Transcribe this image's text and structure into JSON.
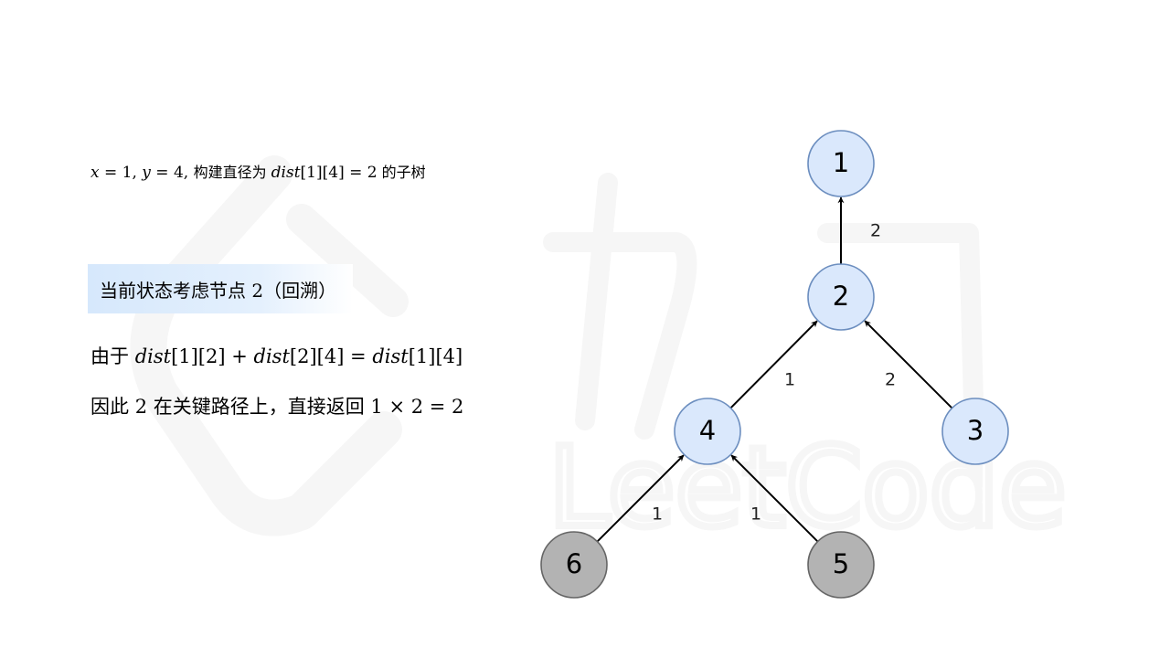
{
  "caption": {
    "x_var": "x",
    "eq1": " = 1, ",
    "y_var": "y",
    "eq2": " = 4, ",
    "text1": "构建直径为 ",
    "dist": "dist",
    "idx": "[1][4] = 2",
    "text2": " 的子树"
  },
  "state": {
    "text_a": "当前状态考虑节点 ",
    "num": "2",
    "text_b": "（回溯）"
  },
  "reason": {
    "text": "由于 ",
    "d1": "dist",
    "i1": "[1][2] + ",
    "d2": "dist",
    "i2": "[2][4] = ",
    "d3": "dist",
    "i3": "[1][4]"
  },
  "result": {
    "text_a": "因此 ",
    "num": "2",
    "text_b": " 在关键路径上，直接返回 ",
    "expr": "1 × 2 = 2"
  },
  "graph": {
    "nodes": [
      {
        "id": "1",
        "label": "1",
        "state": "active"
      },
      {
        "id": "2",
        "label": "2",
        "state": "active"
      },
      {
        "id": "3",
        "label": "3",
        "state": "active"
      },
      {
        "id": "4",
        "label": "4",
        "state": "active"
      },
      {
        "id": "5",
        "label": "5",
        "state": "inactive"
      },
      {
        "id": "6",
        "label": "6",
        "state": "inactive"
      }
    ],
    "edges": [
      {
        "from": "2",
        "to": "1",
        "weight": "2"
      },
      {
        "from": "4",
        "to": "2",
        "weight": "1"
      },
      {
        "from": "3",
        "to": "2",
        "weight": "2"
      },
      {
        "from": "6",
        "to": "4",
        "weight": "1"
      },
      {
        "from": "5",
        "to": "4",
        "weight": "1"
      }
    ],
    "colors": {
      "active_fill": "#dae8fc",
      "active_stroke": "#6c8ebf",
      "inactive_fill": "#b3b3b3",
      "inactive_stroke": "#666666",
      "edge": "#000000"
    }
  }
}
